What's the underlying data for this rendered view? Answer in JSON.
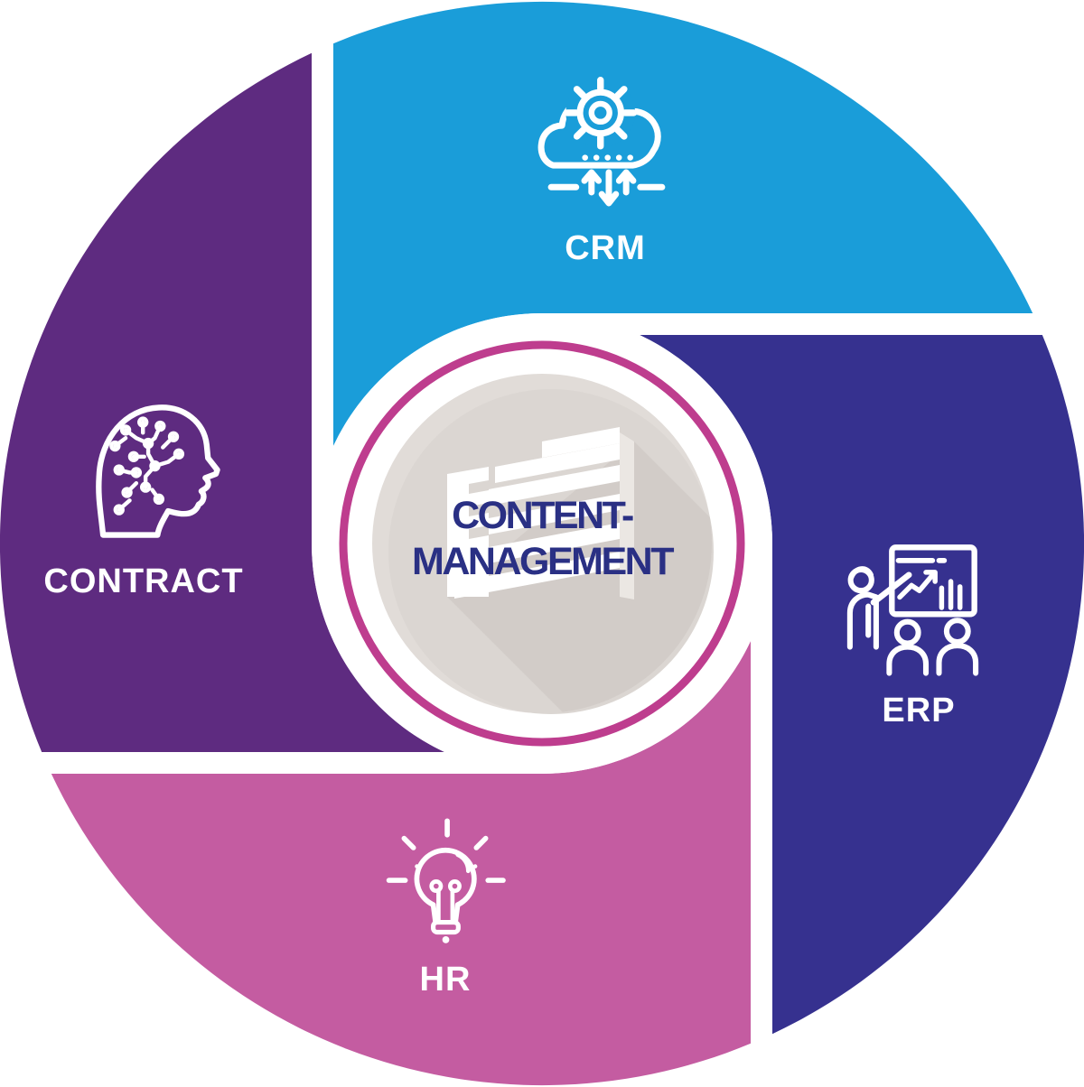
{
  "diagram": {
    "title_line1": "CONTENT-",
    "title_line2": "MANAGEMENT",
    "title_color": "#2A3084",
    "ring_color": "#BE3D8E",
    "disc_color": "#DBD6D2",
    "disc_highlight_color": "#E1DCD8",
    "shadow_color": "#D2CCC8",
    "building_color": "#FFFFFF",
    "building_face_color": "#EBE7E3",
    "label_color": "#FFFFFF",
    "segments": [
      {
        "label": "CRM",
        "color": "#1A9DD9",
        "icon": "cloud-gear-sync-icon",
        "position": "top"
      },
      {
        "label": "ERP",
        "color": "#36318F",
        "icon": "training-presentation-icon",
        "position": "right"
      },
      {
        "label": "HR",
        "color": "#C45CA1",
        "icon": "lightbulb-idea-icon",
        "position": "bottom"
      },
      {
        "label": "CONTRACT",
        "color": "#5E2B80",
        "icon": "head-circuit-ai-icon",
        "position": "left"
      }
    ]
  }
}
